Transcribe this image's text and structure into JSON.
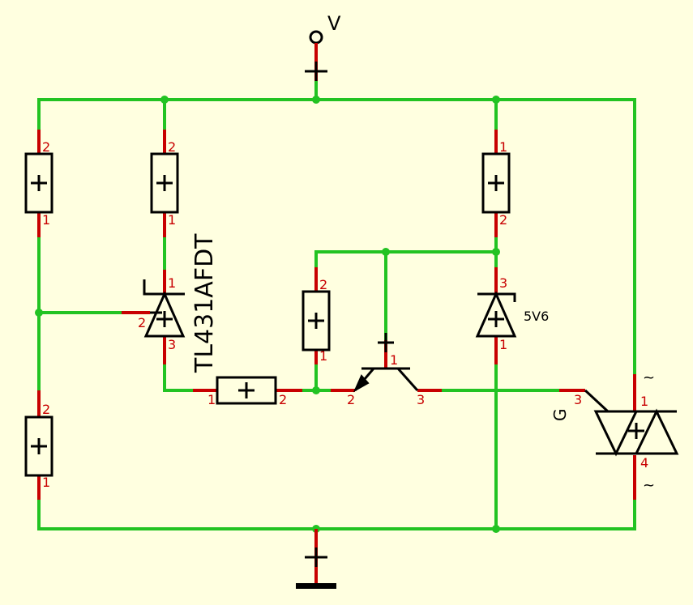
{
  "supply": {
    "label": "V"
  },
  "ic": {
    "name": "TL431AFDT"
  },
  "zener": {
    "value": "5V6"
  },
  "triac": {
    "gate_label": "G",
    "tilde_top": "~",
    "tilde_bottom": "~"
  },
  "pins": {
    "r1_top": "2",
    "r1_bot": "1",
    "r2_top": "2",
    "r2_bot": "1",
    "tl_k": "1",
    "tl_ref": "2",
    "tl_a": "3",
    "r3_top": "1",
    "r3_bot": "2",
    "zd_top": "3",
    "zd_bot": "1",
    "r4_top": "2",
    "r4_bot": "1",
    "r5_top": "2",
    "r5_bot": "1",
    "r6_left": "1",
    "r6_right": "2",
    "q_base": "2",
    "q_emit": "1",
    "q_coll": "3",
    "tr_gate": "3",
    "tr_a1": "1",
    "tr_a2": "4"
  },
  "colors": {
    "wire": "#22c322",
    "lead": "#c80000",
    "symbol": "#000000",
    "background": "#ffffe0"
  }
}
